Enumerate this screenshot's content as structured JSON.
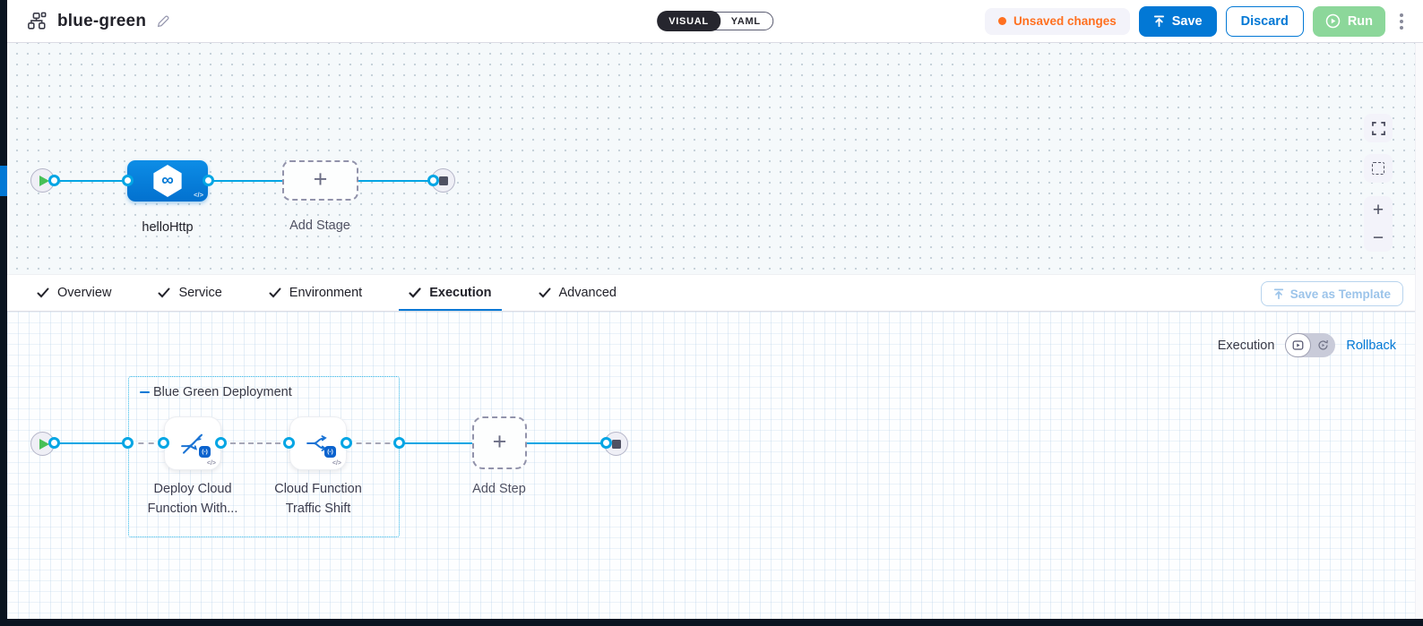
{
  "header": {
    "title": "blue-green",
    "view_toggle": {
      "visual_label": "VISUAL",
      "yaml_label": "YAML"
    },
    "unsaved_label": "Unsaved changes",
    "save_label": "Save",
    "discard_label": "Discard",
    "run_label": "Run"
  },
  "colors": {
    "accent_blue": "#0278d5",
    "flow_line": "#00a5e4",
    "warning_orange": "#ff7020",
    "run_green": "#8cd79a",
    "rail_dark": "#0a1420",
    "group_border_cyan": "#35b9e9"
  },
  "stage_canvas": {
    "stage_label": "helloHttp",
    "stage_icon_glyph": "∞",
    "stage_code_glyph": "</>",
    "add_stage_label": "Add Stage",
    "plus_glyph": "+"
  },
  "tabs": [
    {
      "label": "Overview",
      "checked": true,
      "active": false
    },
    {
      "label": "Service",
      "checked": true,
      "active": false
    },
    {
      "label": "Environment",
      "checked": true,
      "active": false
    },
    {
      "label": "Execution",
      "checked": true,
      "active": true
    },
    {
      "label": "Advanced",
      "checked": true,
      "active": false
    }
  ],
  "toolbar": {
    "save_as_template_label": "Save as Template"
  },
  "execution_canvas": {
    "mode_label": "Execution",
    "rollback_label": "Rollback",
    "group_label": "Blue Green Deployment",
    "steps": [
      {
        "line1": "Deploy Cloud",
        "line2": "Function With...",
        "badge_glyph": "(-)",
        "code_glyph": "</>"
      },
      {
        "line1": "Cloud Function",
        "line2": "Traffic Shift",
        "badge_glyph": "(-)",
        "code_glyph": "</>"
      }
    ],
    "add_step_label": "Add Step",
    "plus_glyph": "+"
  }
}
